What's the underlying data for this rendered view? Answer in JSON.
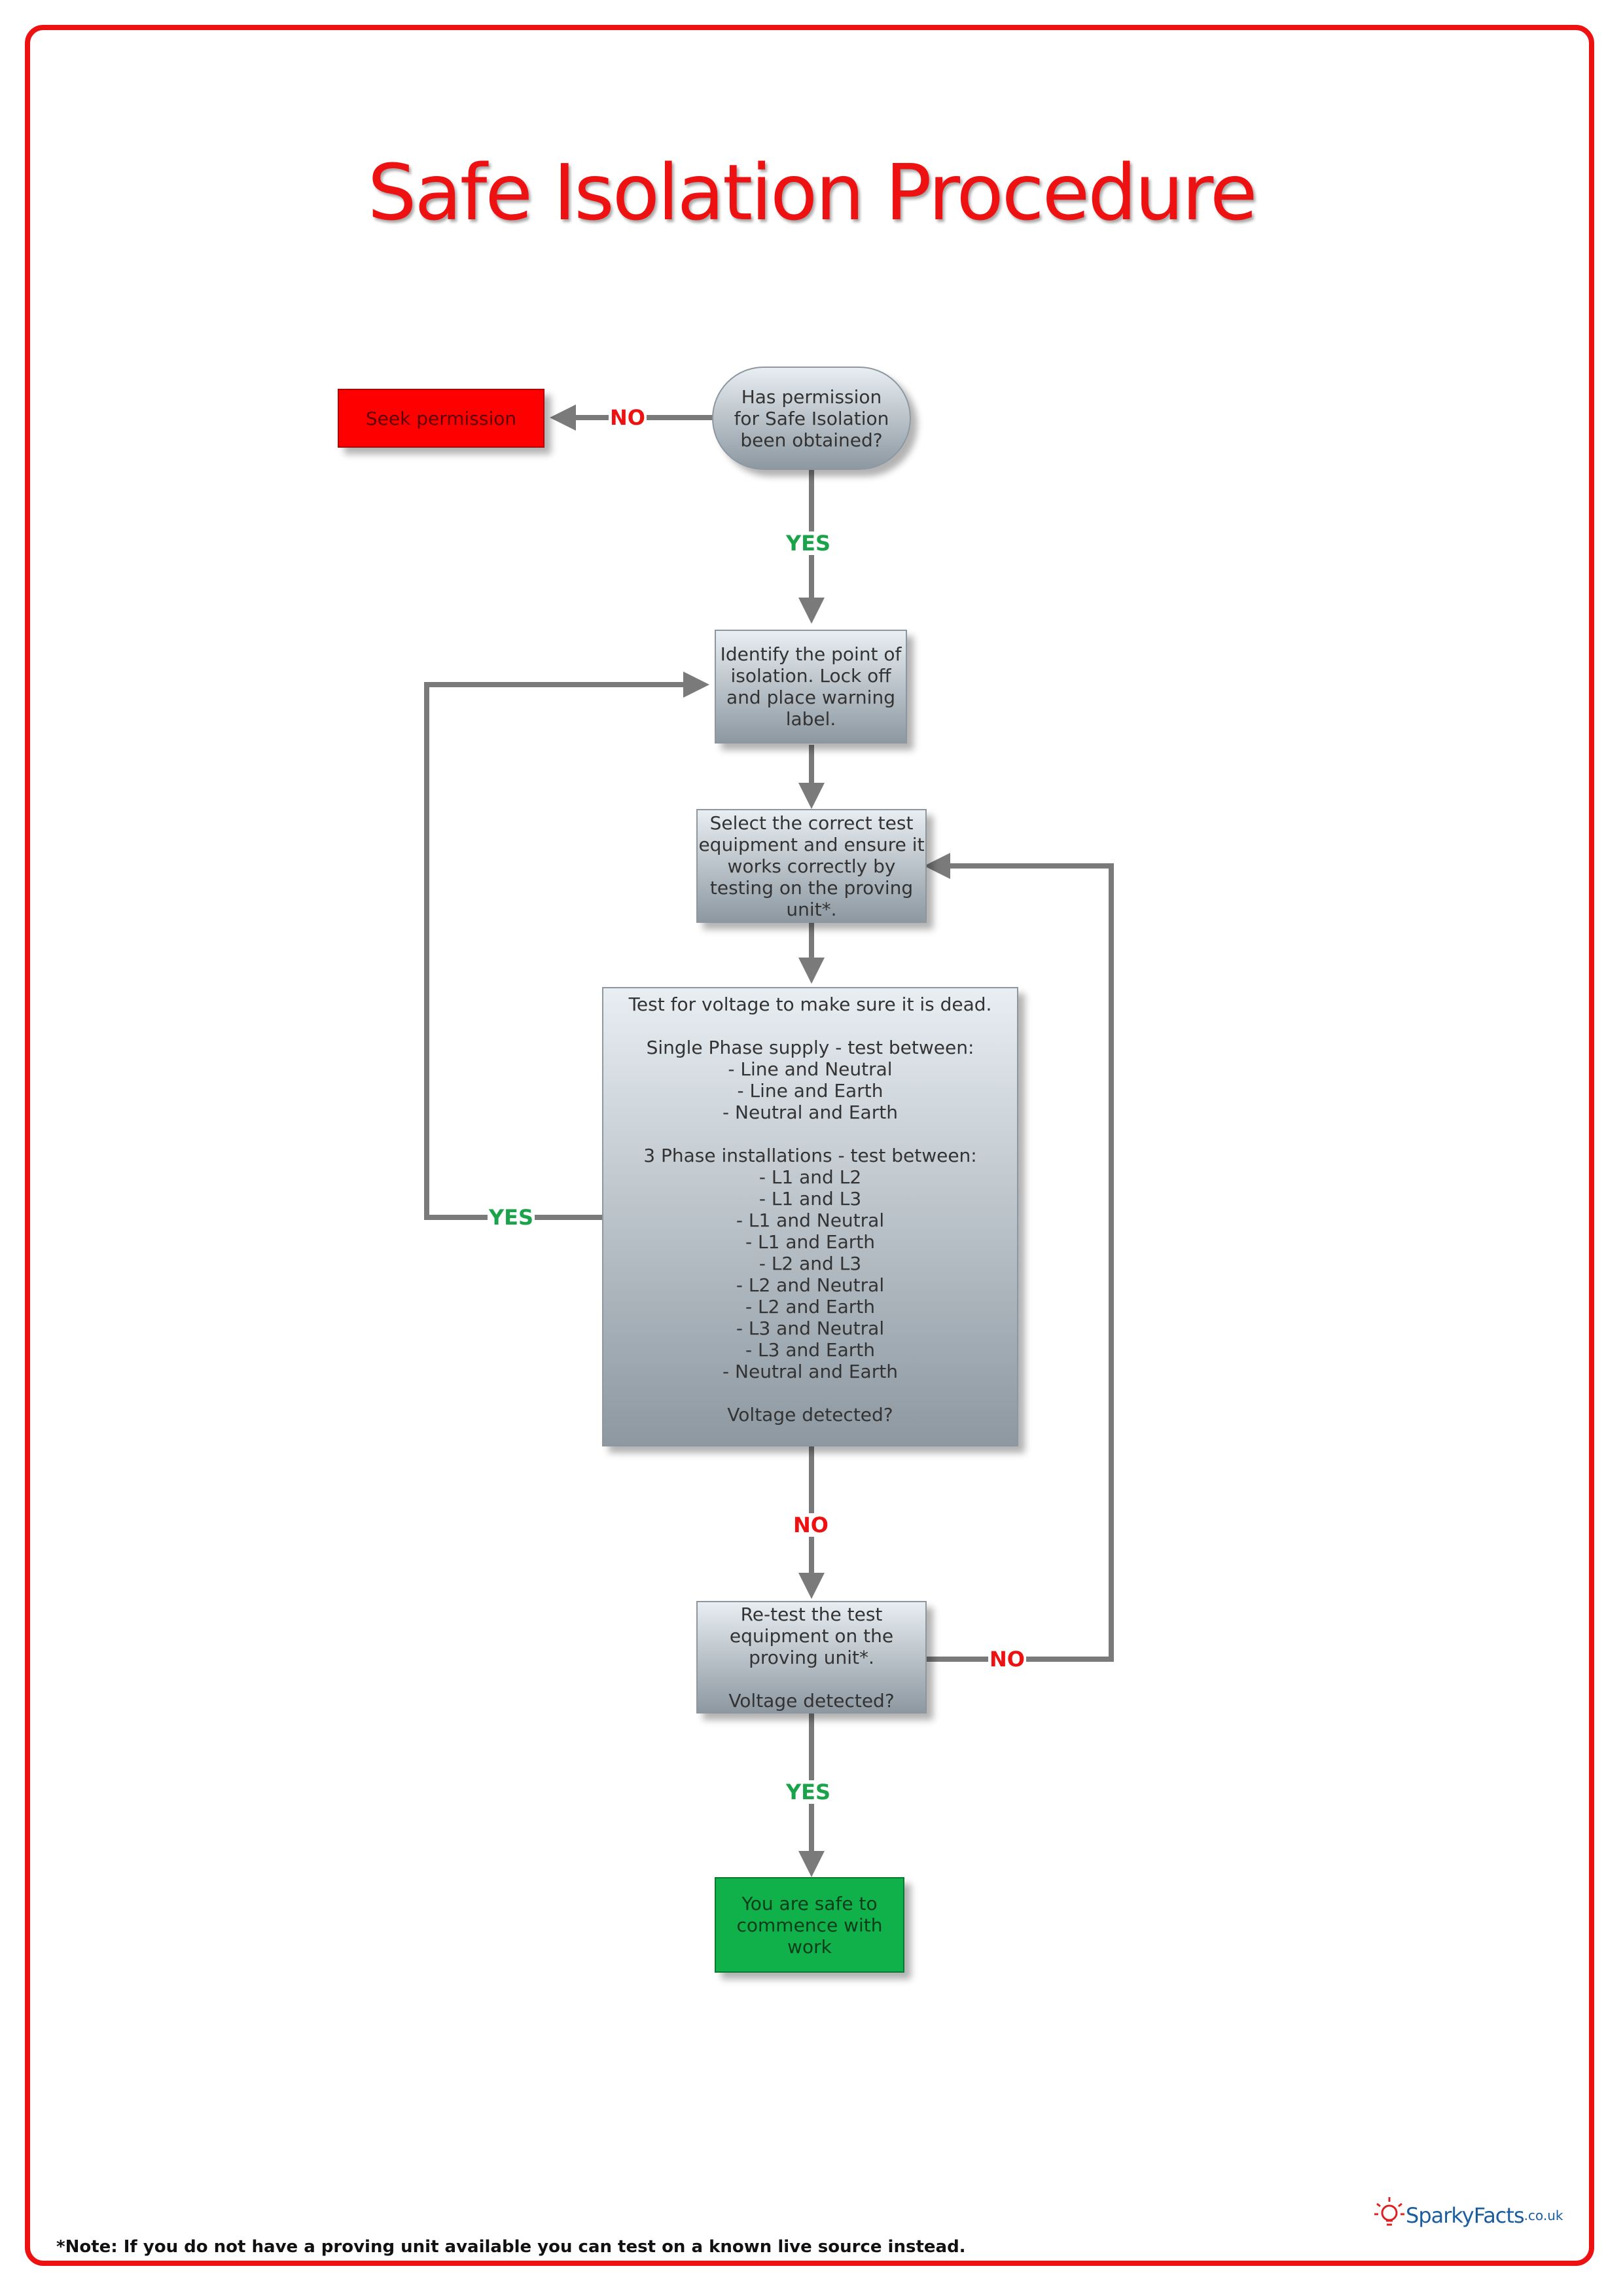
{
  "title": "Safe Isolation Procedure",
  "nodes": {
    "permission": "Has permission\nfor Safe Isolation\nbeen obtained?",
    "seek": "Seek permission",
    "identify": "Identify the point of\nisolation. Lock off\nand place warning\nlabel.",
    "select": "Select the correct test\nequipment and ensure it\nworks correctly by\ntesting on the proving\nunit*.",
    "test": "Test for voltage to make sure it is dead.\n\nSingle Phase supply - test between:\n- Line and Neutral\n- Line and Earth\n- Neutral and Earth\n\n3 Phase installations - test between:\n- L1 and L2\n- L1 and L3\n- L1 and Neutral\n- L1 and Earth\n- L2 and L3\n- L2 and Neutral\n- L2 and Earth\n- L3 and Neutral\n- L3 and Earth\n- Neutral and Earth\n\nVoltage detected?",
    "retest": "Re-test the test\nequipment on the\nproving unit*.\n\nVoltage detected?",
    "safe": "You are safe to\ncommence with\nwork"
  },
  "labels": {
    "no_permission": "NO",
    "yes_permission": "YES",
    "yes_voltage": "YES",
    "no_voltage": "NO",
    "no_retest": "NO",
    "yes_retest": "YES"
  },
  "colors": {
    "accent_red": "#ee1111",
    "yes_green": "#1aa34a",
    "safe_green": "#10b04a",
    "arrow_grey": "#7a7a7a"
  },
  "footer": {
    "note": "*Note: If you do not have a proving unit available you can test  on a known live source instead."
  },
  "logo": {
    "icon": "lightbulb-icon",
    "brand": "SparkyFacts",
    "suffix": ".co.uk"
  }
}
